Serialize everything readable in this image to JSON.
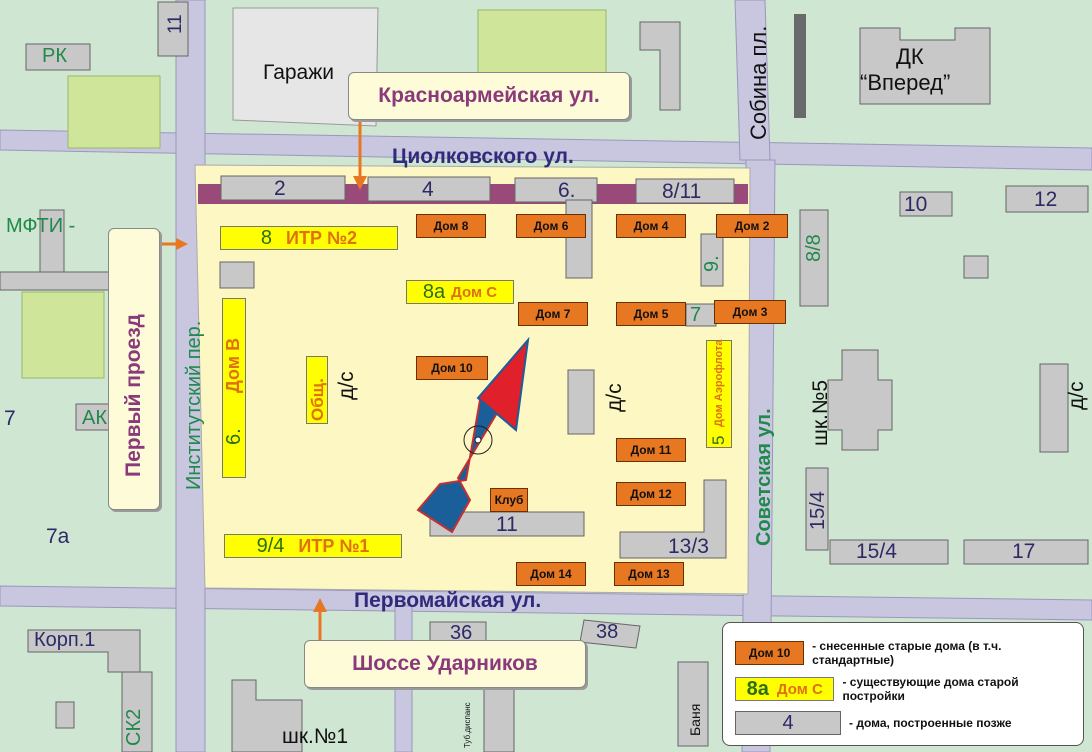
{
  "streets": {
    "tsiolkovskogo": "Циолковского ул.",
    "pervomaiskaya": "Первомайская ул.",
    "institutskiy": "Институтский пер.",
    "sovetskaya": "Советская ул.",
    "sobina": "Собина пл."
  },
  "callouts": {
    "krasnoarmeiskaya": "Красноармейская ул.",
    "perviy_proezd": "Первый проезд",
    "shosse_udarnikov": "Шоссе Ударников"
  },
  "labels": {
    "garages": "Гаражи",
    "dk": "ДК",
    "dk_name": "“Вперед”",
    "rk": "РК",
    "mfti": "МФТИ - ",
    "ak": "АК",
    "korp1": "Корп.1",
    "sk2": "СК2",
    "sch1": "шк.№1",
    "sch5": "шк.№5",
    "banya": "Баня",
    "tube": "Туб.диспанс",
    "ds1": "д/с",
    "ds2": "д/с",
    "ds3": "д/с",
    "obsch": "Общ."
  },
  "numbers": {
    "n11_top": "11",
    "n2": "2",
    "n4": "4",
    "n6": "6.",
    "n8_11": "8/11",
    "n10": "10",
    "n12": "12",
    "n8_8": "8/8",
    "n9": "9.",
    "n7_inner": "7",
    "n7_left": "7",
    "n7a": "7а",
    "n11_bottom": "11",
    "n13_3": "13/3",
    "n15_4a": "15/4",
    "n15_4b": "15/4",
    "n17": "17",
    "n36": "36",
    "n38": "38"
  },
  "old_houses": {
    "d8": "Дом 8",
    "d6": "Дом 6",
    "d4": "Дом 4",
    "d2": "Дом 2",
    "d7": "Дом 7",
    "d5": "Дом 5",
    "d3": "Дом 3",
    "d10": "Дом 10",
    "d11": "Дом 11",
    "d12": "Дом 12",
    "klub": "Клуб",
    "d14": "Дом 14",
    "d13": "Дом 13"
  },
  "existing_houses": {
    "itr2_num": "8",
    "itr2_name": "ИТР №2",
    "domc_num": "8а",
    "domc_name": "Дом С",
    "domb_num": "6.",
    "domb_name": "Дом В",
    "itr1_num": "9/4",
    "itr1_name": "ИТР №1",
    "aero_num": "5",
    "aero_name": "Дом Аэрофлота"
  },
  "legend": {
    "old_sample": "Дом 10",
    "old_text": "- снесенные старые дома (в т.ч. стандартные)",
    "exist_num": "8а",
    "exist_name": "Дом С",
    "exist_text": "- существующие дома старой постройки",
    "new_sample": "4",
    "new_text": "- дома, построенные позже"
  },
  "colors": {
    "background": "#cfe6d3",
    "block": "#fdf7c4",
    "road": "#c9c6e0",
    "old_house": "#e87722",
    "existing_house": "#ffff00",
    "new_building": "#c8c8c8",
    "krasnoarmeiskaya_strip": "#9a4a78",
    "arrow_red": "#e0202a",
    "arrow_blue": "#1a5e9a",
    "callout_arrow": "#e87722"
  }
}
